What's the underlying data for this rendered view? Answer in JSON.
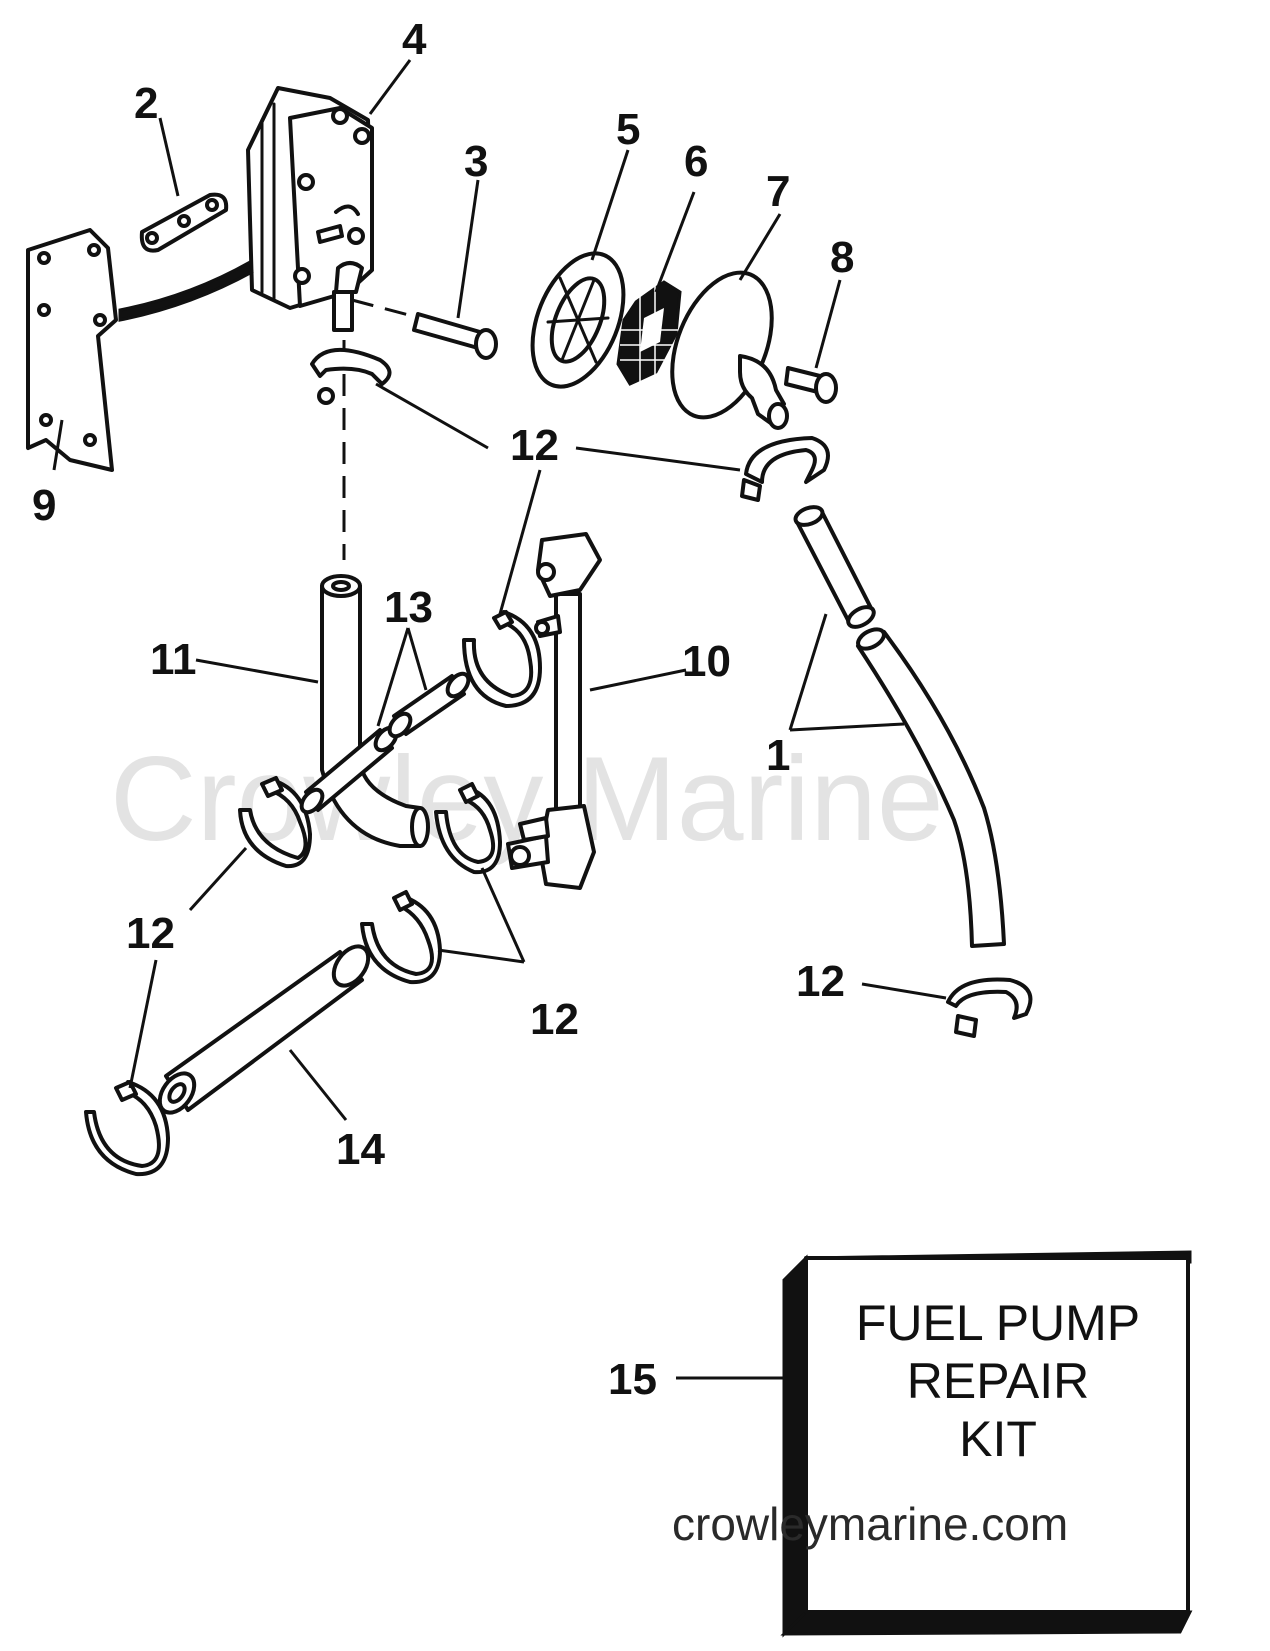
{
  "watermark": "Crowley Marine",
  "website": "crowleymarine.com",
  "kit": {
    "line1": "FUEL PUMP",
    "line2": "REPAIR",
    "line3": "KIT"
  },
  "callouts": {
    "c1": "1",
    "c2": "2",
    "c3": "3",
    "c4": "4",
    "c5": "5",
    "c6": "6",
    "c7": "7",
    "c8": "8",
    "c9": "9",
    "c10": "10",
    "c11": "11",
    "c12": "12",
    "c13": "13",
    "c14": "14",
    "c15": "15"
  }
}
